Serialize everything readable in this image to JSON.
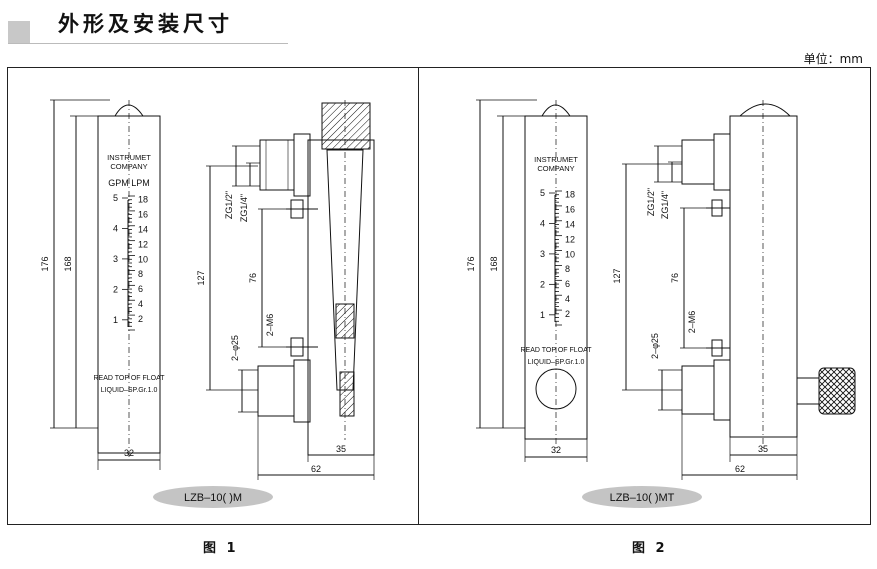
{
  "header": {
    "title": "外形及安装尺寸",
    "unit": "单位：mm"
  },
  "fig1": {
    "caption": "图 1",
    "model": "LZB–10(   )M",
    "company": [
      "INSTRUMET",
      "COMPANY"
    ],
    "units": "GPM  LPM",
    "gpm": [
      "5",
      "4",
      "3",
      "2",
      "1"
    ],
    "lpm": [
      "18",
      "16",
      "14",
      "12",
      "10",
      "8",
      "6",
      "4",
      "2"
    ],
    "note": [
      "READ TOP OF FLOAT",
      "LIQUID–SP.Gr.1.0"
    ],
    "dims": {
      "h176": "176",
      "h168": "168",
      "w32": "32",
      "h127": "127",
      "h76": "76",
      "w35": "35",
      "w62": "62",
      "zg12": "ZG1/2\"",
      "zg14": "ZG1/4\"",
      "m6": "2–M6",
      "phi25": "2–φ25"
    }
  },
  "fig2": {
    "caption": "图 2",
    "model": "LZB–10(   )MT",
    "company": [
      "INSTRUMET",
      "COMPANY"
    ],
    "gpm": [
      "5",
      "4",
      "3",
      "2",
      "1"
    ],
    "lpm": [
      "18",
      "16",
      "14",
      "12",
      "10",
      "8",
      "6",
      "4",
      "2"
    ],
    "note": [
      "READ TOP OF FLOAT",
      "LIQUID–SP.Gr.1.0"
    ],
    "dims": {
      "h176": "176",
      "h168": "168",
      "w32": "32",
      "h127": "127",
      "h76": "76",
      "w35": "35",
      "w62": "62",
      "zg12": "ZG1/2\"",
      "zg14": "ZG1/4\"",
      "m6": "2–M6",
      "phi25": "2–φ25"
    }
  }
}
